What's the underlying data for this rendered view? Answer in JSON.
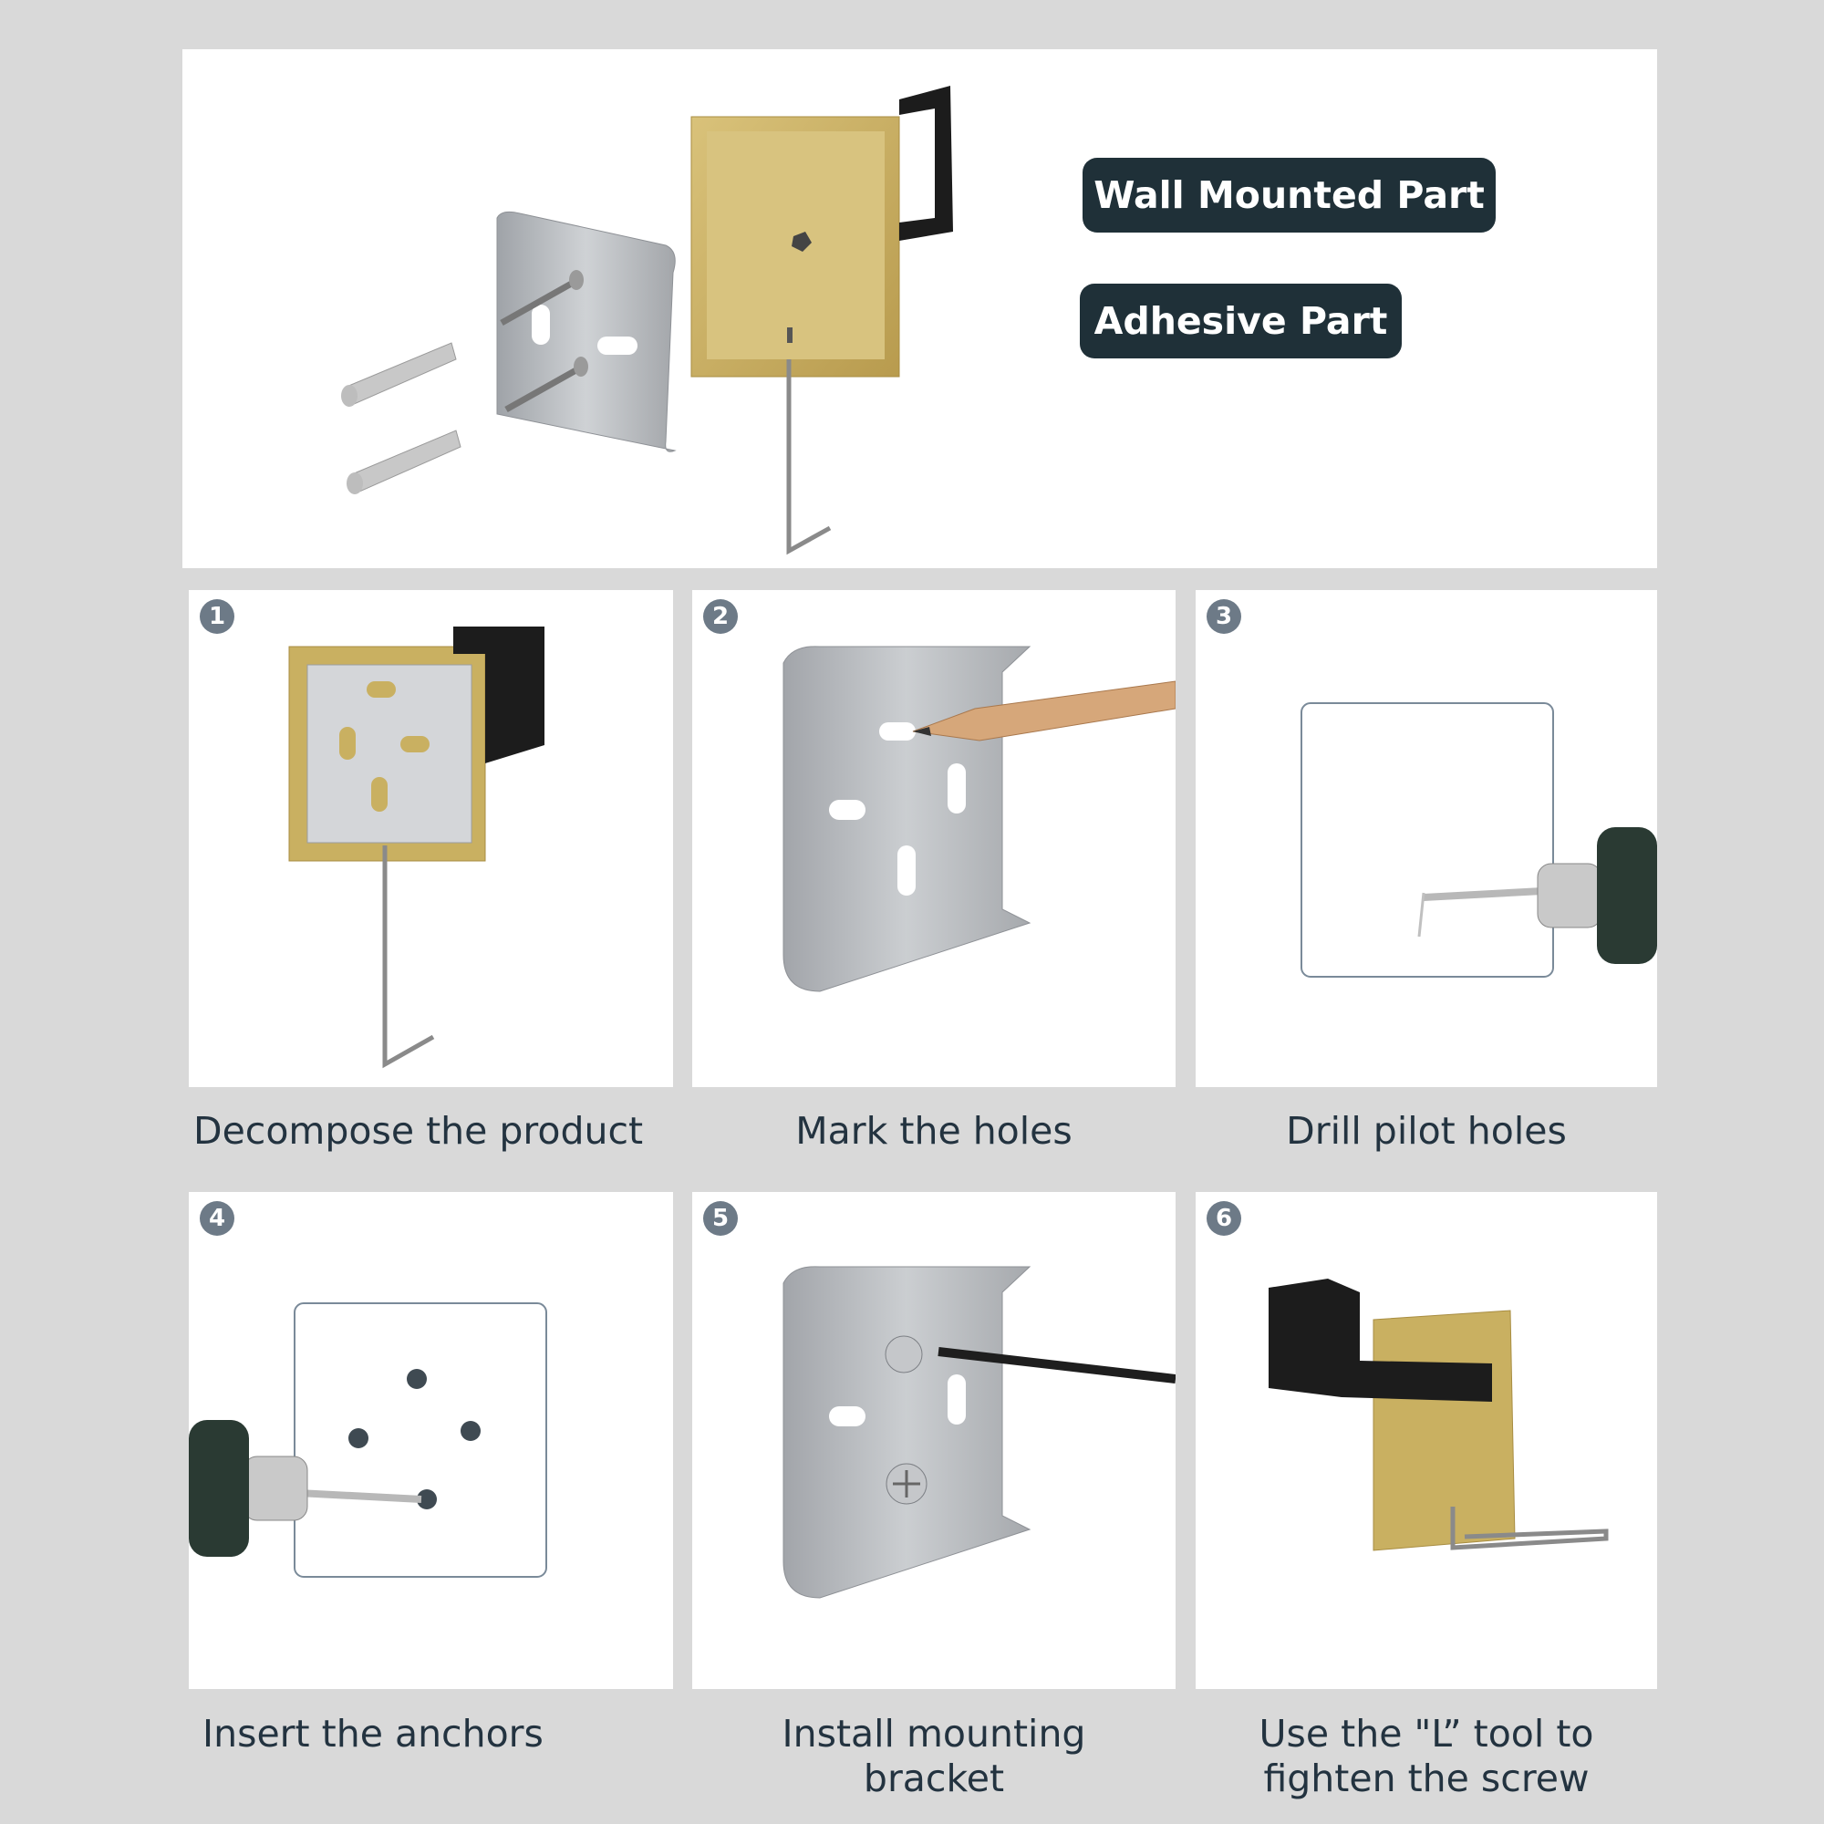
{
  "labels": {
    "wall_mounted": "Wall Mounted Part",
    "adhesive": "Adhesive Part"
  },
  "steps": [
    {
      "number": "1",
      "caption": "Decompose the product"
    },
    {
      "number": "2",
      "caption": "Mark the holes"
    },
    {
      "number": "3",
      "caption": "Drill pilot holes"
    },
    {
      "number": "4",
      "caption": "Insert the anchors"
    },
    {
      "number": "5",
      "caption_line1": "Install mounting",
      "caption_line2": "bracket"
    },
    {
      "number": "6",
      "caption_line1": "Use the \"L” tool to",
      "caption_line2": "fighten the screw"
    }
  ],
  "colors": {
    "tag_bg": "#1f3038",
    "caption_text": "#233340",
    "badge_bg": "#6d7a87",
    "brass": "#c9b061",
    "black_hook": "#1c1c1c",
    "steel": "#b9bcc0",
    "background": "#d9d9d9"
  }
}
